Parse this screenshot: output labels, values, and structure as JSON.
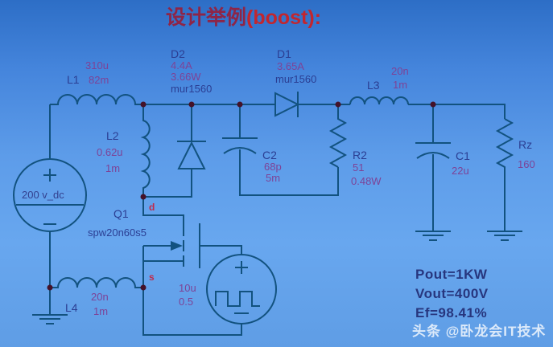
{
  "title": {
    "prefix_zh": "设计举例",
    "suffix_en": "(boost):"
  },
  "source_dc": {
    "label": "200 v_dc"
  },
  "inductors": {
    "L1": {
      "ref": "L1",
      "value": "310u",
      "res": "82m"
    },
    "L2": {
      "ref": "L2",
      "value": "0.62u",
      "res": "1m"
    },
    "L3": {
      "ref": "L3",
      "value": "20n",
      "res": "1m"
    },
    "L4": {
      "ref": "L4",
      "value": "20n",
      "res": "1m"
    }
  },
  "diodes": {
    "D2": {
      "ref": "D2",
      "current": "4.4A",
      "power": "3.66W",
      "part": "mur1560"
    },
    "D1": {
      "ref": "D1",
      "current": "3.65A",
      "part": "mur1560"
    }
  },
  "capacitors": {
    "C2": {
      "ref": "C2",
      "value": "68p",
      "res": "5m"
    },
    "C1": {
      "ref": "C1",
      "value": "22u"
    }
  },
  "resistors": {
    "R2": {
      "ref": "R2",
      "value": "51",
      "power": "0.48W"
    },
    "Rz": {
      "ref": "Rz",
      "value": "160"
    }
  },
  "mosfet": {
    "ref": "Q1",
    "part": "spw20n60s5",
    "pin_drain": "d",
    "pin_source": "s"
  },
  "pulse_source": {
    "value": "10u",
    "duty": "0.5"
  },
  "results": {
    "pout": "Pout=1KW",
    "vout": "Vout=400V",
    "efficiency": "Ef=98.41%"
  },
  "watermark": "头条 @卧龙会IT技术",
  "colors": {
    "wire": "#12527f",
    "ref_text": "#2b3e93",
    "value_text": "#7d4397",
    "pin_text": "#c1294b",
    "title_zh": "#8e2547",
    "title_en": "#c2262e",
    "background_top": "#2d6ec6",
    "background_mid": "#68a7ef"
  }
}
